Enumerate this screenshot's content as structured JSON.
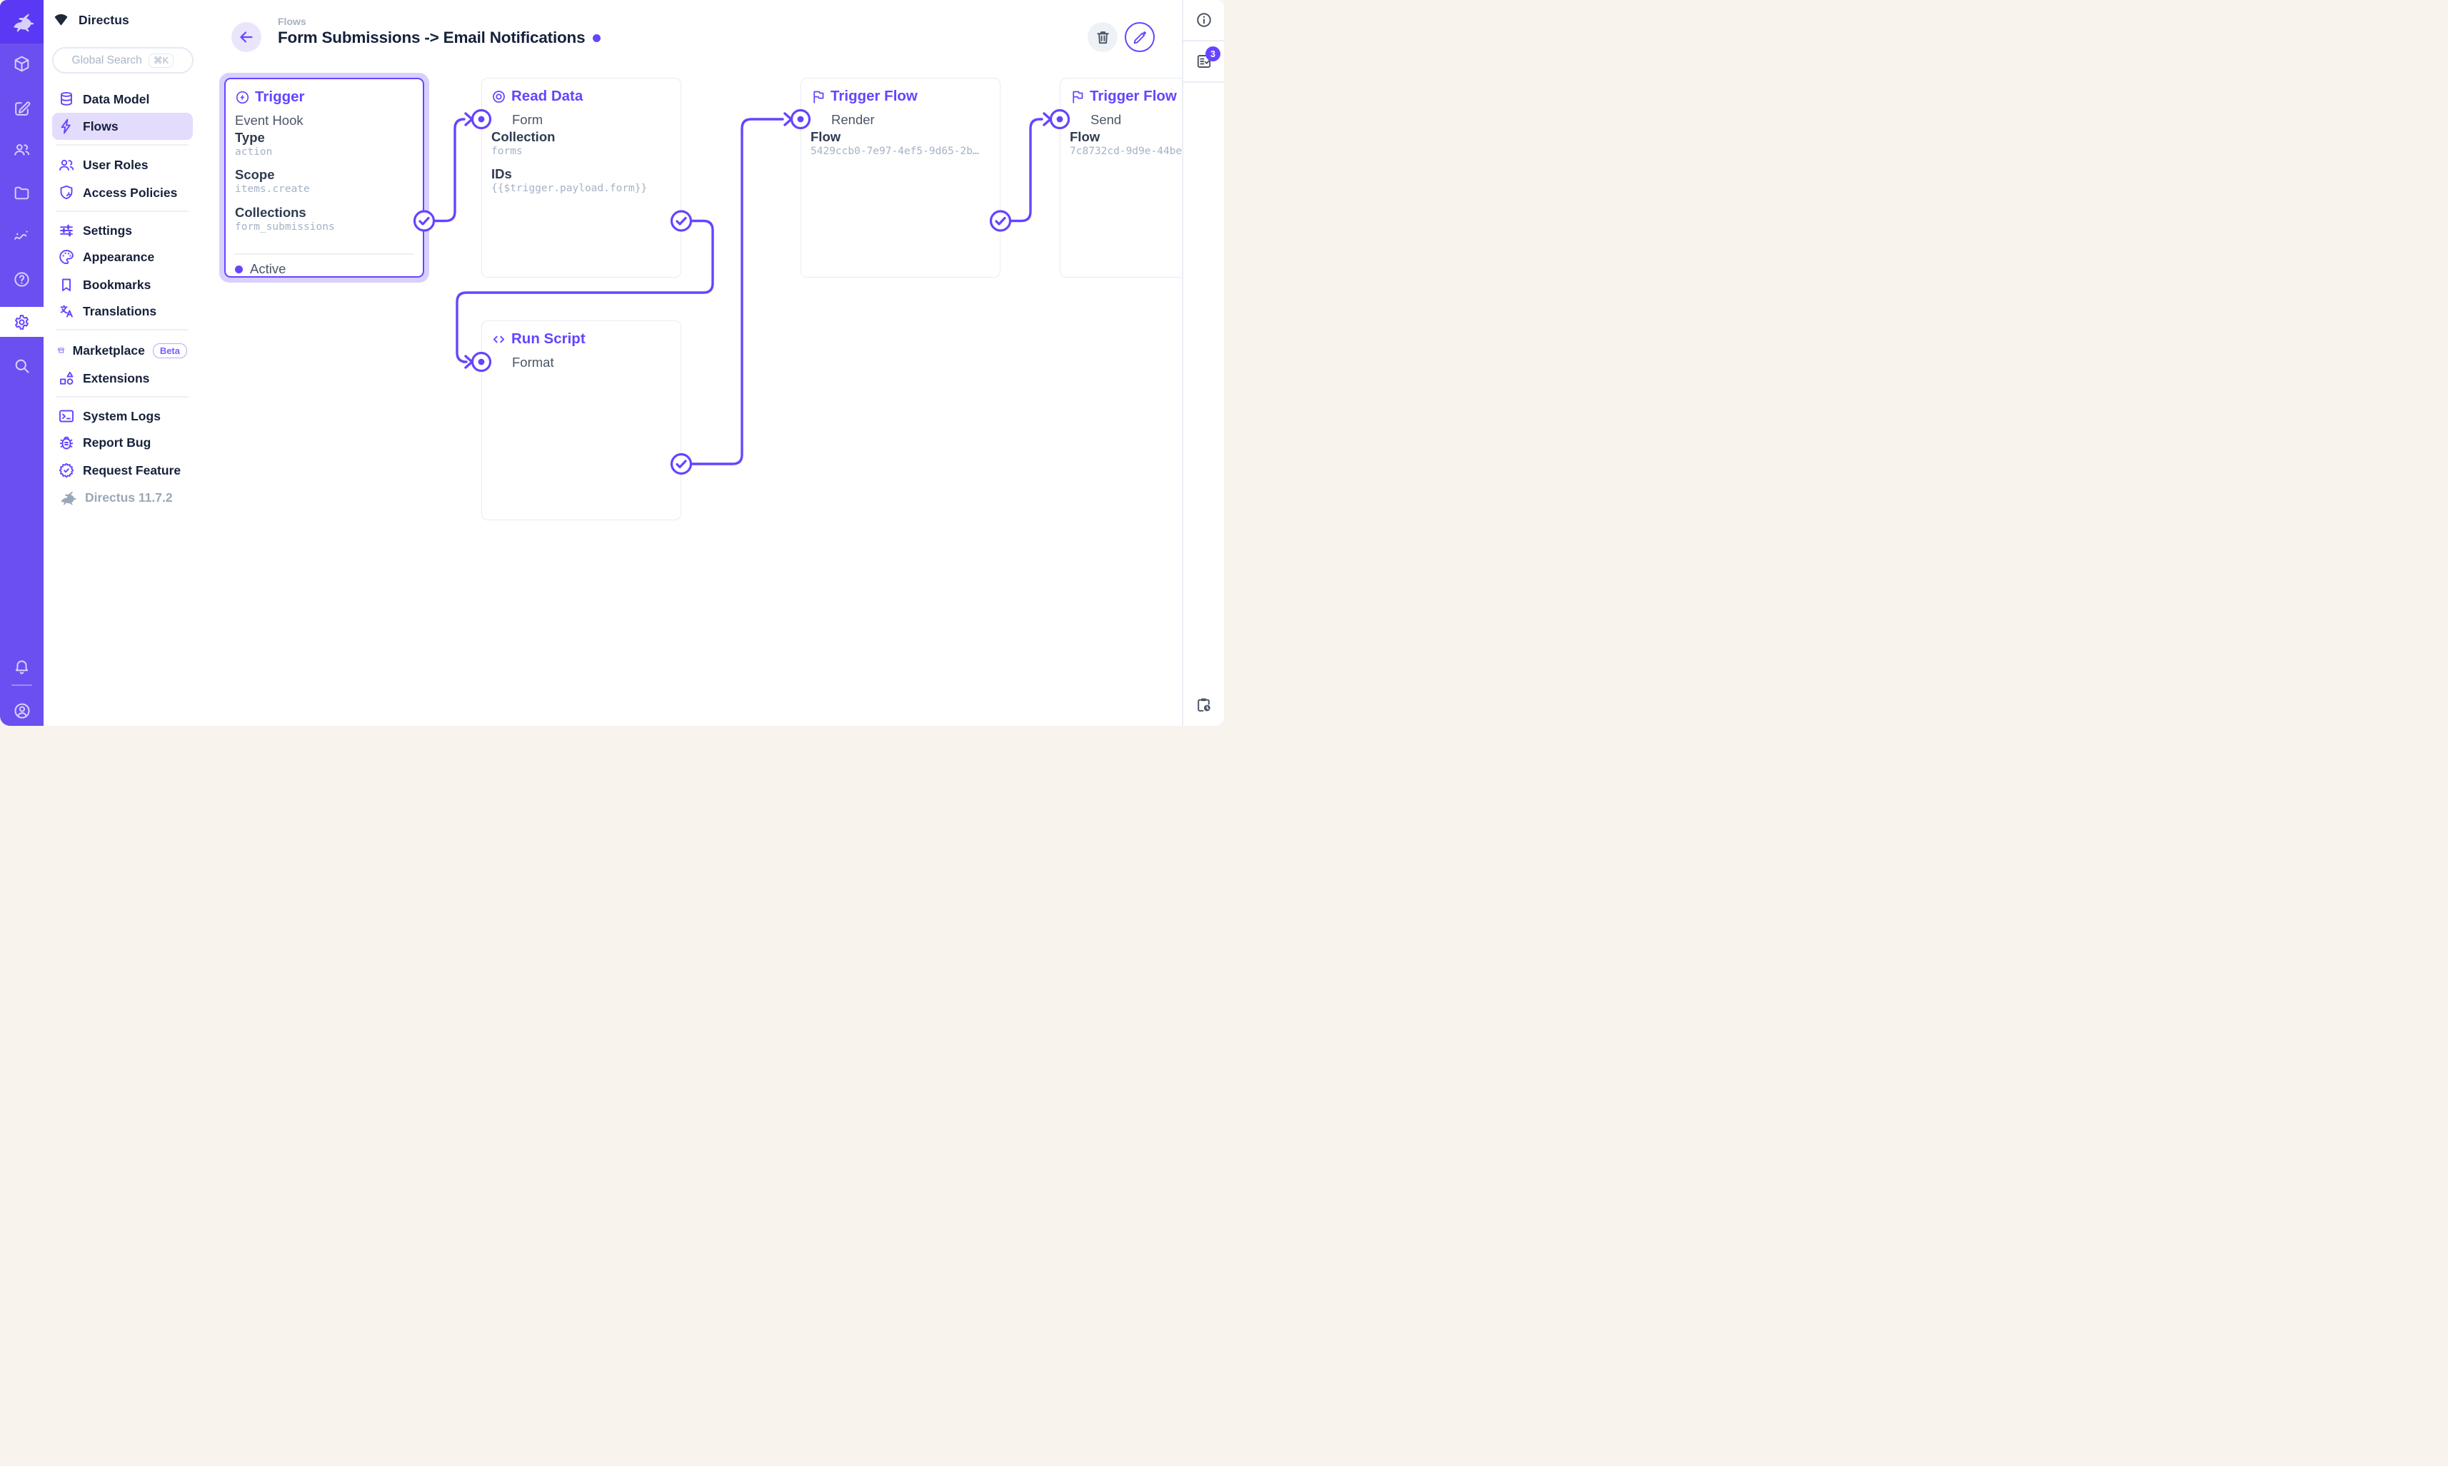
{
  "project": {
    "name": "Directus",
    "version_label": "Directus 11.7.2"
  },
  "module_bar": {
    "icons": [
      "directus-rabbit-logo",
      "content-cube",
      "editor",
      "users",
      "files",
      "insights",
      "help",
      "settings-gear",
      "search",
      "notifications-bell",
      "account-avatar"
    ]
  },
  "sidebar": {
    "search": {
      "placeholder": "Global Search",
      "shortcut": "⌘K"
    },
    "items": [
      {
        "label": "Data Model",
        "icon": "database-icon"
      },
      {
        "label": "Flows",
        "icon": "bolt-icon",
        "active": true
      },
      {
        "label": "User Roles",
        "icon": "people-icon"
      },
      {
        "label": "Access Policies",
        "icon": "shield-user-icon"
      },
      {
        "label": "Settings",
        "icon": "tune-icon"
      },
      {
        "label": "Appearance",
        "icon": "palette-icon"
      },
      {
        "label": "Bookmarks",
        "icon": "bookmark-icon"
      },
      {
        "label": "Translations",
        "icon": "translate-icon"
      },
      {
        "label": "Marketplace",
        "icon": "storefront-icon",
        "badge": "Beta"
      },
      {
        "label": "Extensions",
        "icon": "shapes-icon"
      },
      {
        "label": "System Logs",
        "icon": "terminal-icon"
      },
      {
        "label": "Report Bug",
        "icon": "bug-icon"
      },
      {
        "label": "Request Feature",
        "icon": "feature-icon"
      },
      {
        "label": "Directus 11.7.2",
        "icon": "rabbit-icon",
        "muted": true
      }
    ]
  },
  "header": {
    "breadcrumb": "Flows",
    "title": "Form Submissions -> Email Notifications"
  },
  "right_sidebar": {
    "notices_count": "3"
  },
  "flow": {
    "trigger": {
      "title": "Trigger",
      "type_name": "Event Hook",
      "g1_label": "Type",
      "g1_value": "action",
      "g2_label": "Scope",
      "g2_value": "items.create",
      "g3_label": "Collections",
      "g3_value": "form_submissions",
      "status": "Active"
    },
    "read_data": {
      "title": "Read Data",
      "operation_name": "Form",
      "g1_label": "Collection",
      "g1_value": "forms",
      "g2_label": "IDs",
      "g2_value": "{{$trigger.payload.form}}"
    },
    "run_script": {
      "title": "Run Script",
      "operation_name": "Format"
    },
    "trigger_flow_render": {
      "title": "Trigger Flow",
      "operation_name": "Render",
      "g1_label": "Flow",
      "g1_value": "5429ccb0-7e97-4ef5-9d65-2b…"
    },
    "trigger_flow_send": {
      "title": "Trigger Flow",
      "operation_name": "Send",
      "g1_label": "Flow",
      "g1_value": "7c8732cd-9d9e-44be"
    }
  },
  "colors": {
    "accent": "#6644ff"
  }
}
